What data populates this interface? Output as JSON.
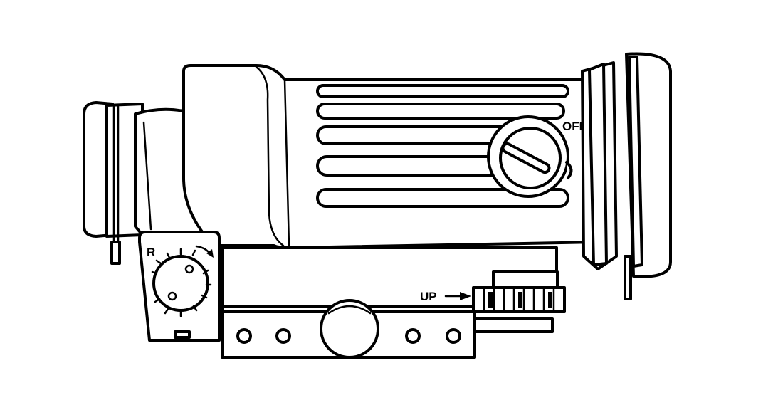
{
  "labels": {
    "off": "OFF",
    "up": "UP",
    "r": "R"
  },
  "colors": {
    "line": "#000000",
    "background": "#ffffff"
  }
}
